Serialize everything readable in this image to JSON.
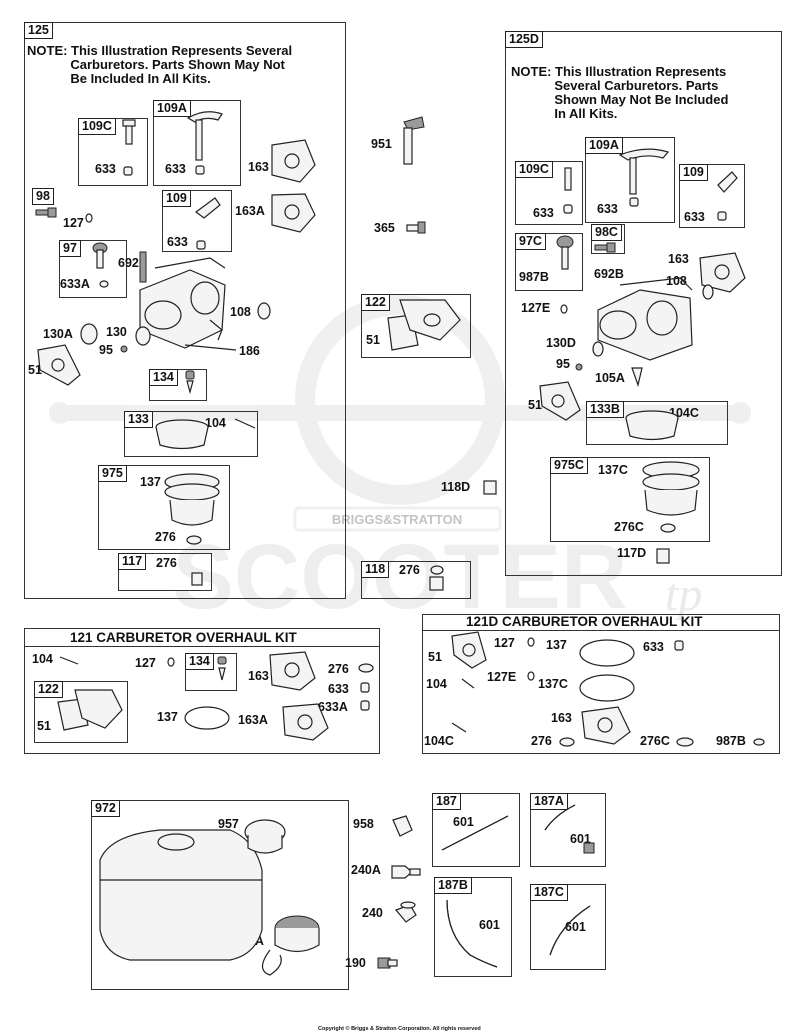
{
  "watermark": {
    "brand": "BRIGGS&STRATTON",
    "big": "SCOOTER",
    "tail": "tp"
  },
  "copyright": "Copyright © Briggs & Stratton Corporation. All rights reserved",
  "panel125": {
    "tag": "125",
    "note": "NOTE: This Illustration Represents Several\n            Carburetors. Parts Shown May Not\n            Be Included In All Kits.",
    "tags": {
      "t109C": "109C",
      "t109A": "109A",
      "t109": "109",
      "t98": "98",
      "t97": "97",
      "t134": "134",
      "t133": "133",
      "t975": "975",
      "t117": "117"
    },
    "labels": {
      "l633a": "633",
      "l633b": "633",
      "l163": "163",
      "l127": "127",
      "l163A": "163A",
      "l633c": "633",
      "l692": "692",
      "l633A": "633A",
      "l108": "108",
      "l130A": "130A",
      "l130": "130",
      "l95": "95",
      "l186": "186",
      "l51": "51",
      "l104": "104",
      "l137": "137",
      "l276": "276",
      "l276b": "276"
    }
  },
  "middle": {
    "labels": {
      "l951": "951",
      "l365": "365",
      "l51": "51",
      "l118D": "118D",
      "l276": "276"
    },
    "tags": {
      "t122": "122",
      "t118": "118"
    }
  },
  "panel125D": {
    "tag": "125D",
    "note": "NOTE: This Illustration Represents\n            Several Carburetors. Parts\n            Shown May Not Be Included\n            In All Kits.",
    "tags": {
      "t109A": "109A",
      "t109C": "109C",
      "t109": "109",
      "t97C": "97C",
      "t98C": "98C",
      "t133B": "133B",
      "t975C": "975C"
    },
    "labels": {
      "l633a": "633",
      "l633b": "633",
      "l633c": "633",
      "l987B": "987B",
      "l692B": "692B",
      "l163": "163",
      "l108": "108",
      "l127E": "127E",
      "l130D": "130D",
      "l95": "95",
      "l105A": "105A",
      "l51": "51",
      "l104C": "104C",
      "l137C": "137C",
      "l276C": "276C",
      "l117D": "117D"
    }
  },
  "kit121": {
    "title": "121 CARBURETOR OVERHAUL KIT",
    "tags": {
      "t134": "134",
      "t122": "122"
    },
    "labels": {
      "l104": "104",
      "l127": "127",
      "l163": "163",
      "l276": "276",
      "l633": "633",
      "l633A": "633A",
      "l51": "51",
      "l137": "137",
      "l163A": "163A"
    }
  },
  "kit121D": {
    "title": "121D CARBURETOR OVERHAUL KIT",
    "labels": {
      "l127": "127",
      "l137": "137",
      "l633": "633",
      "l51": "51",
      "l104": "104",
      "l127E": "127E",
      "l137C": "137C",
      "l163": "163",
      "l104C": "104C",
      "l276": "276",
      "l276C": "276C",
      "l987B": "987B"
    }
  },
  "tank": {
    "tag": "972",
    "labels": {
      "l957": "957",
      "l957A": "957A"
    }
  },
  "bottom": {
    "labels": {
      "l958": "958",
      "l240A": "240A",
      "l240": "240",
      "l190": "190",
      "l601a": "601",
      "l601b": "601",
      "l601c": "601",
      "l601d": "601"
    },
    "tags": {
      "t187": "187",
      "t187A": "187A",
      "t187B": "187B",
      "t187C": "187C"
    }
  }
}
